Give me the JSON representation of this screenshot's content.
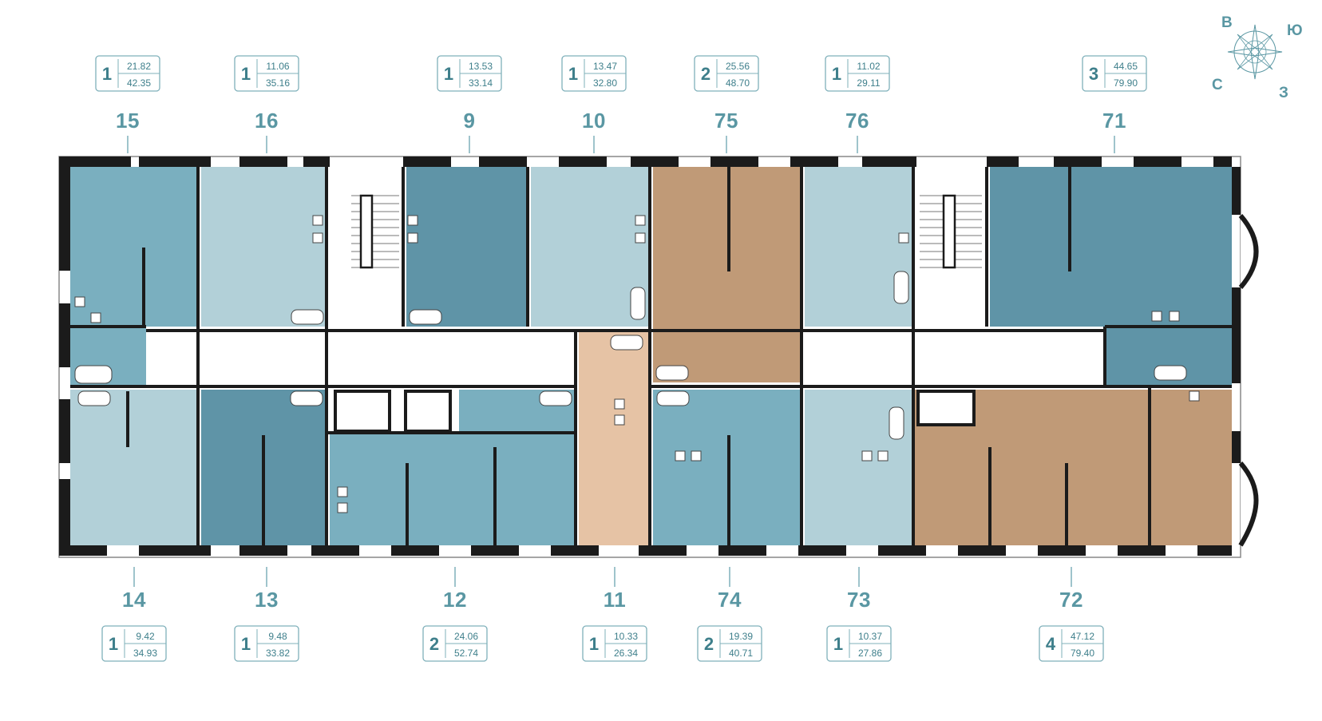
{
  "colors": {
    "light": "#b2d0d8",
    "mid": "#7aafbf",
    "dark": "#5f94a7",
    "brown": "#c09a77",
    "peach": "#e6c3a5",
    "accent": "#5a97a3",
    "wall": "#1b1b1b"
  },
  "compass": {
    "north": "В",
    "east": "Ю",
    "south": "З",
    "west": "С",
    "icon": "compass-rose-icon"
  },
  "top_apartments": [
    {
      "number": "15",
      "rooms": "1",
      "living": "21.82",
      "total": "42.35"
    },
    {
      "number": "16",
      "rooms": "1",
      "living": "11.06",
      "total": "35.16"
    },
    {
      "number": "9",
      "rooms": "1",
      "living": "13.53",
      "total": "33.14"
    },
    {
      "number": "10",
      "rooms": "1",
      "living": "13.47",
      "total": "32.80"
    },
    {
      "number": "75",
      "rooms": "2",
      "living": "25.56",
      "total": "48.70"
    },
    {
      "number": "76",
      "rooms": "1",
      "living": "11.02",
      "total": "29.11"
    },
    {
      "number": "71",
      "rooms": "3",
      "living": "44.65",
      "total": "79.90"
    }
  ],
  "bottom_apartments": [
    {
      "number": "14",
      "rooms": "1",
      "living": "9.42",
      "total": "34.93"
    },
    {
      "number": "13",
      "rooms": "1",
      "living": "9.48",
      "total": "33.82"
    },
    {
      "number": "12",
      "rooms": "2",
      "living": "24.06",
      "total": "52.74"
    },
    {
      "number": "11",
      "rooms": "1",
      "living": "10.33",
      "total": "26.34"
    },
    {
      "number": "74",
      "rooms": "2",
      "living": "19.39",
      "total": "40.71"
    },
    {
      "number": "73",
      "rooms": "1",
      "living": "10.37",
      "total": "27.86"
    },
    {
      "number": "72",
      "rooms": "4",
      "living": "47.12",
      "total": "79.40"
    }
  ]
}
